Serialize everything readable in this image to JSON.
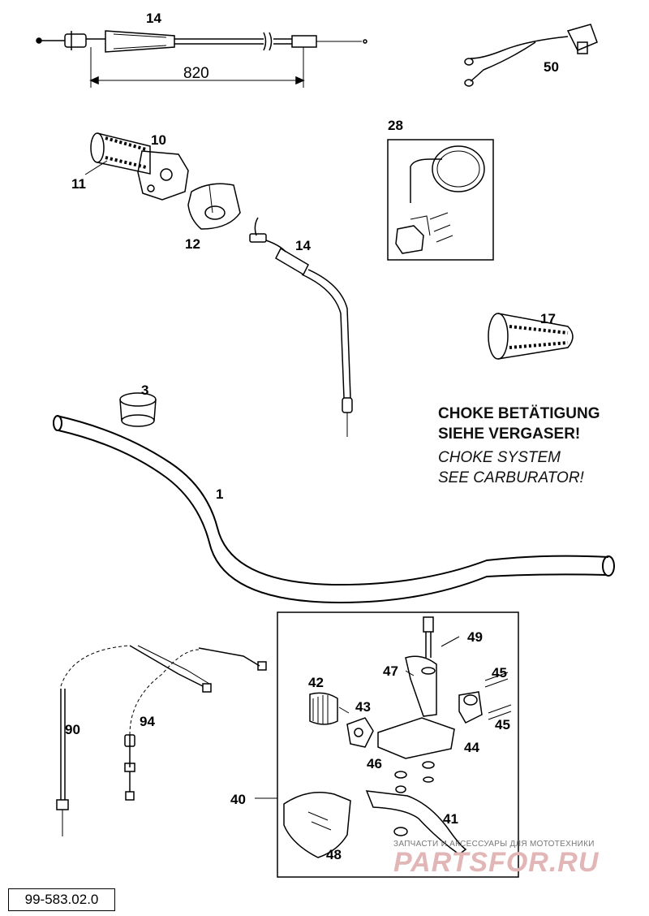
{
  "diagram": {
    "labels": {
      "p14_top": "14",
      "p50": "50",
      "p10": "10",
      "p11": "11",
      "p12": "12",
      "p14_mid": "14",
      "p28": "28",
      "p17": "17",
      "p3": "3",
      "p1": "1",
      "p49": "49",
      "p47": "47",
      "p45a": "45",
      "p45b": "45",
      "p42": "42",
      "p43": "43",
      "p44": "44",
      "p46": "46",
      "p90": "90",
      "p94": "94",
      "p40": "40",
      "p41": "41",
      "p48": "48"
    },
    "dimension": "820"
  },
  "note": {
    "de_line1": "CHOKE BETÄTIGUNG",
    "de_line2": "SIEHE VERGASER!",
    "en_line1": "CHOKE SYSTEM",
    "en_line2": "SEE CARBURATOR!"
  },
  "drawing_code": "99-583.02.0",
  "watermark": {
    "subtitle": "ЗАПЧАСТИ И АКСЕССУАРЫ ДЛЯ МОТОТЕХНИКИ",
    "logo": "PARTSFOR.RU"
  }
}
